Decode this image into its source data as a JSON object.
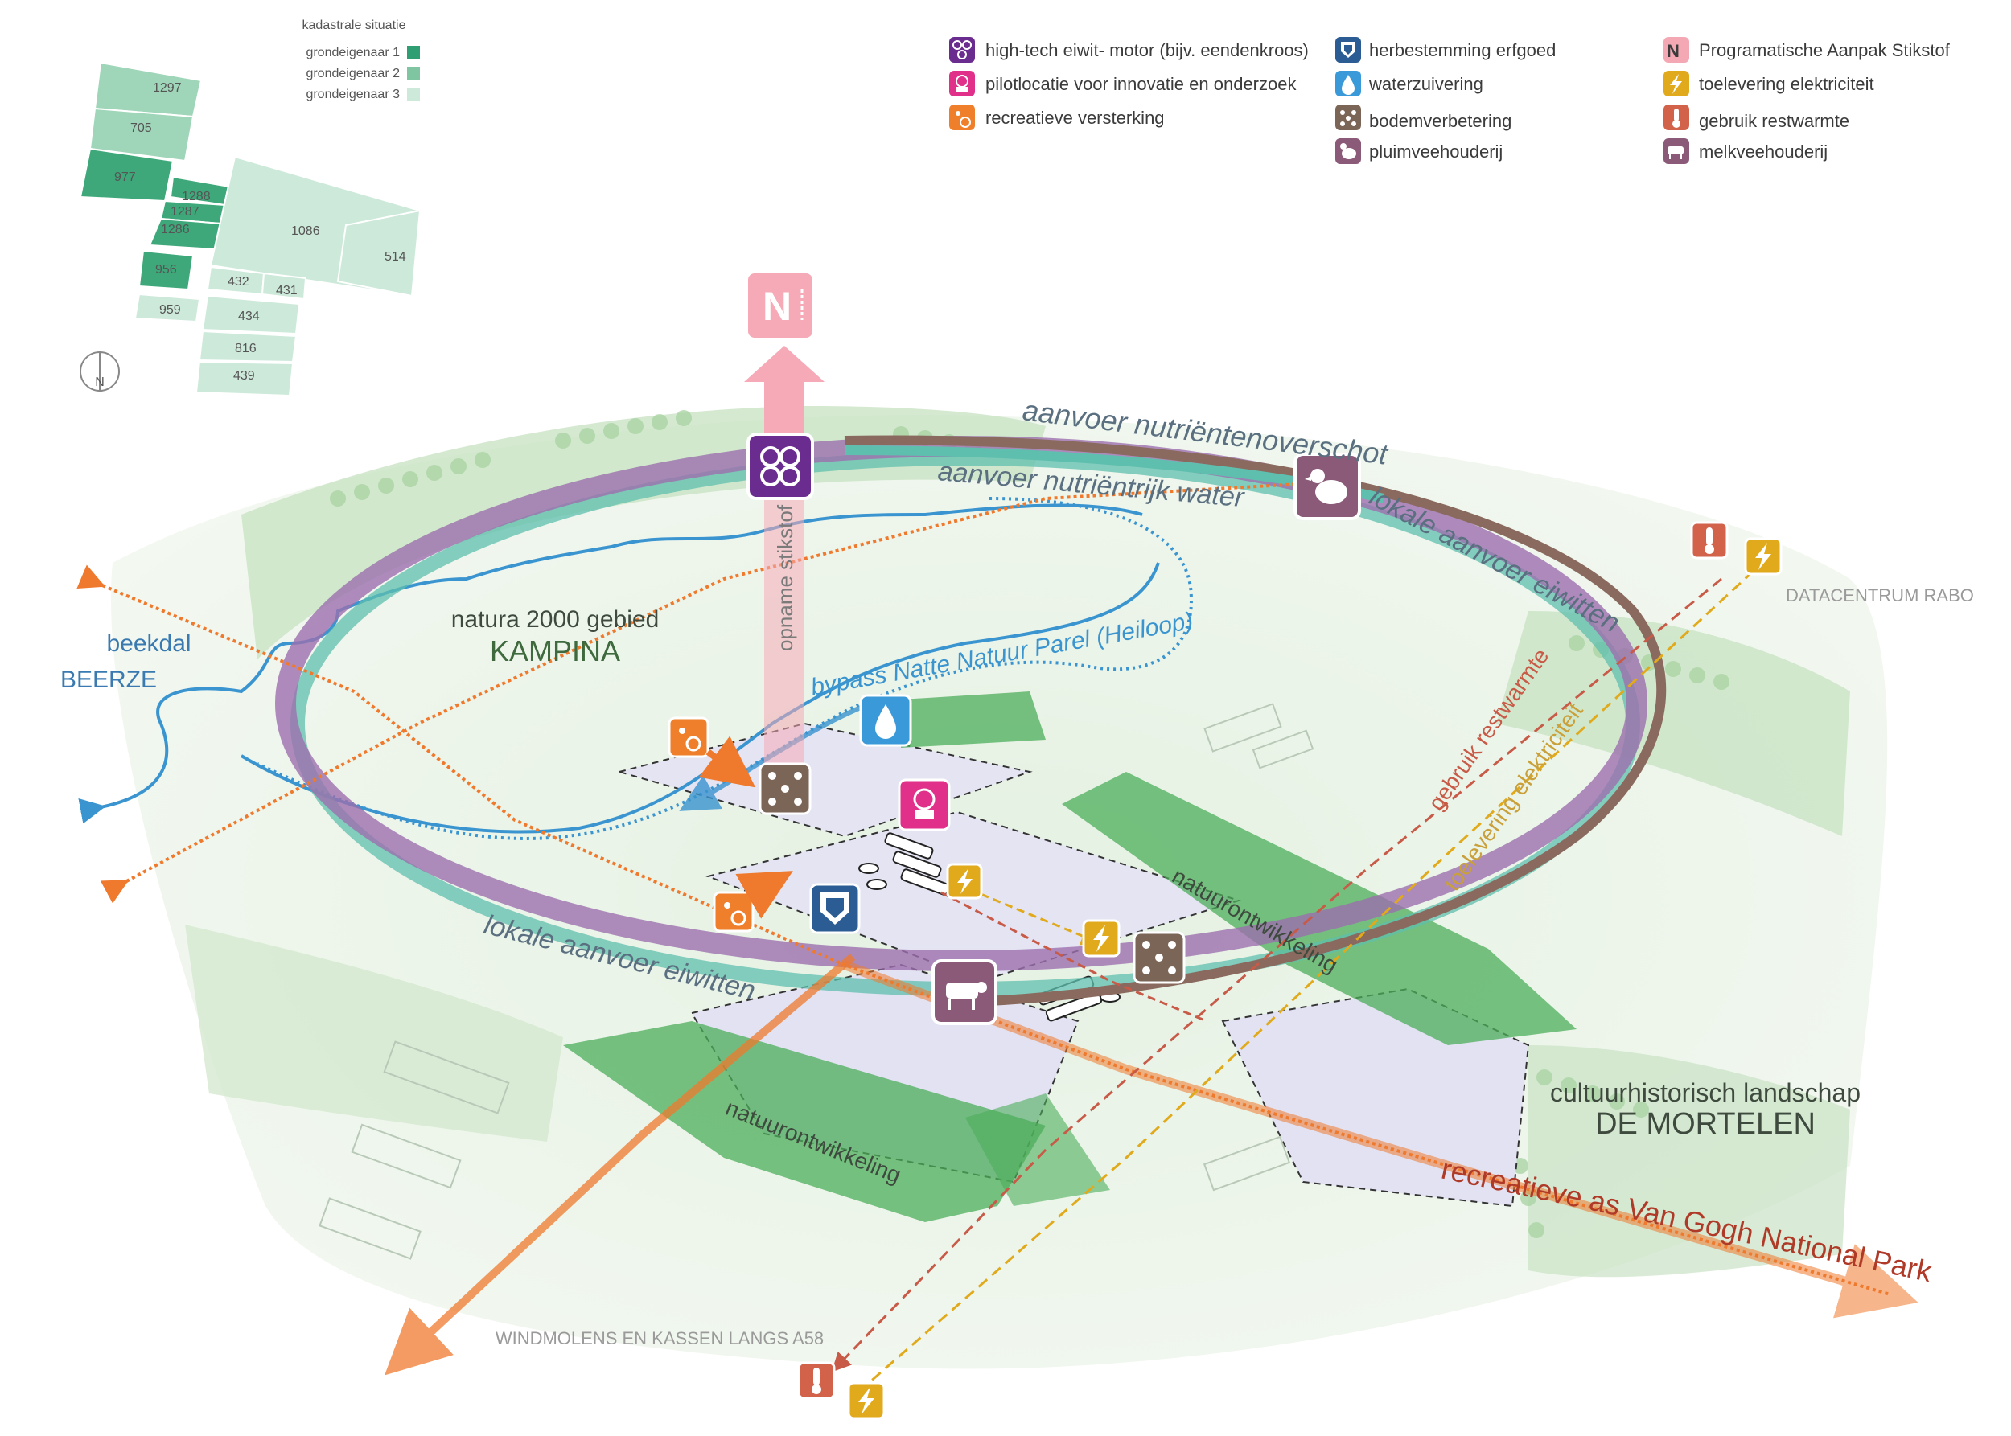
{
  "kadaster": {
    "title": "kadastrale situatie",
    "owners": [
      {
        "label": "grondeigenaar 1",
        "color": "#2f9e72"
      },
      {
        "label": "grondeigenaar 2",
        "color": "#7fc5a2"
      },
      {
        "label": "grondeigenaar 3",
        "color": "#cde9da"
      }
    ],
    "parcels": [
      "1297",
      "705",
      "977",
      "1288",
      "1287",
      "1286",
      "956",
      "959",
      "1086",
      "514",
      "432",
      "431",
      "434",
      "816",
      "439"
    ],
    "north": "N"
  },
  "legend": {
    "col1": [
      {
        "label": "high-tech eiwit- motor (bijv. eendenkroos)",
        "icon": "protein-engine-icon",
        "color": "#6a2d8f"
      },
      {
        "label": "pilotlocatie voor innovatie en onderzoek",
        "icon": "research-icon",
        "color": "#e0308a"
      },
      {
        "label": "recreatieve versterking",
        "icon": "recreation-icon",
        "color": "#ef7f2a"
      }
    ],
    "col2": [
      {
        "label": "herbestemming erfgoed",
        "icon": "heritage-icon",
        "color": "#2b5c94"
      },
      {
        "label": "waterzuivering",
        "icon": "water-drop-icon",
        "color": "#3a9ad9"
      },
      {
        "label": "bodemverbetering",
        "icon": "soil-icon",
        "color": "#7b6557"
      },
      {
        "label": "pluimveehouderij",
        "icon": "chicken-icon",
        "color": "#8a5a78"
      }
    ],
    "col3": [
      {
        "label": "Programatische Aanpak Stikstof",
        "icon": "nitrogen-icon",
        "color": "#f4a8b4"
      },
      {
        "label": "toelevering elektriciteit",
        "icon": "lightning-icon",
        "color": "#e0aa1c"
      },
      {
        "label": "gebruik restwarmte",
        "icon": "thermometer-icon",
        "color": "#d2624a"
      },
      {
        "label": "melkveehouderij",
        "icon": "cow-icon",
        "color": "#8a5a78"
      }
    ]
  },
  "diagram": {
    "nitrogen_symbol": "N",
    "flow_labels": {
      "nutrient_surplus": "aanvoer nutriëntenoverschot",
      "nutrient_water": "aanvoer nutriëntrijk water",
      "local_protein_top": "lokale aanvoer eiwitten",
      "local_protein_bottom": "lokale aanvoer eiwitten",
      "nitrogen_uptake": "opname stikstof",
      "bypass": "bypass Natte Natuur Parel (Heiloop)",
      "residual_heat": "gebruik restwarmte",
      "electricity": "toelevering elektriciteit",
      "nature_dev_1": "natuurontwikkeling",
      "nature_dev_2": "natuurontwikkeling",
      "recreation_axis": "recreatieve as Van Gogh National Park"
    },
    "place_labels": {
      "natura_sub": "natura 2000 gebied",
      "natura_main": "KAMPINA",
      "beekdal_sub": "beekdal",
      "beekdal_main": "BEERZE",
      "datacenter": "DATACENTRUM RABO",
      "culture_sub": "cultuurhistorisch landschap",
      "culture_main": "DE MORTELEN",
      "windmills": "WINDMOLENS EN KASSEN LANGS A58"
    },
    "colors": {
      "purple_ring": "#9c6fae",
      "teal_ring": "#5fbfae",
      "brown_ring": "#8a6a5e",
      "orange_route": "#ef7a2e",
      "river": "#3a94cf",
      "green_zone": "#4cae5a",
      "pink_arrow": "#f6a9b6"
    }
  }
}
